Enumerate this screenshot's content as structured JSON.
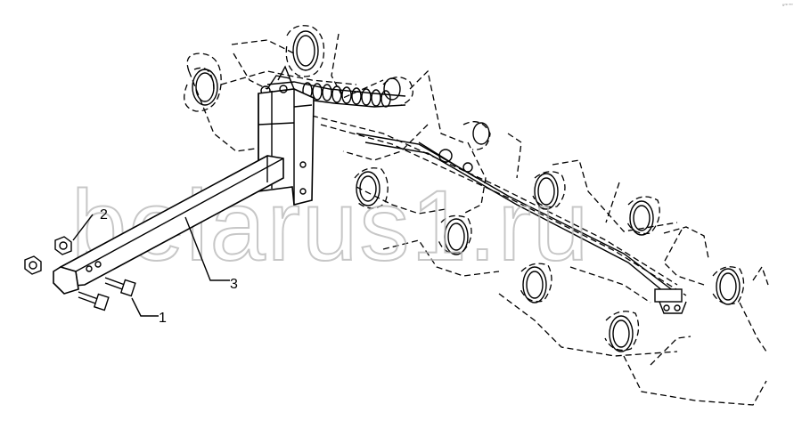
{
  "diagram": {
    "callouts": [
      {
        "id": "1",
        "label": "1"
      },
      {
        "id": "2",
        "label": "2"
      },
      {
        "id": "3",
        "label": "3"
      }
    ],
    "watermark": "belarus1.ru",
    "corner_mark": "ν²º ³⁰⁰"
  }
}
